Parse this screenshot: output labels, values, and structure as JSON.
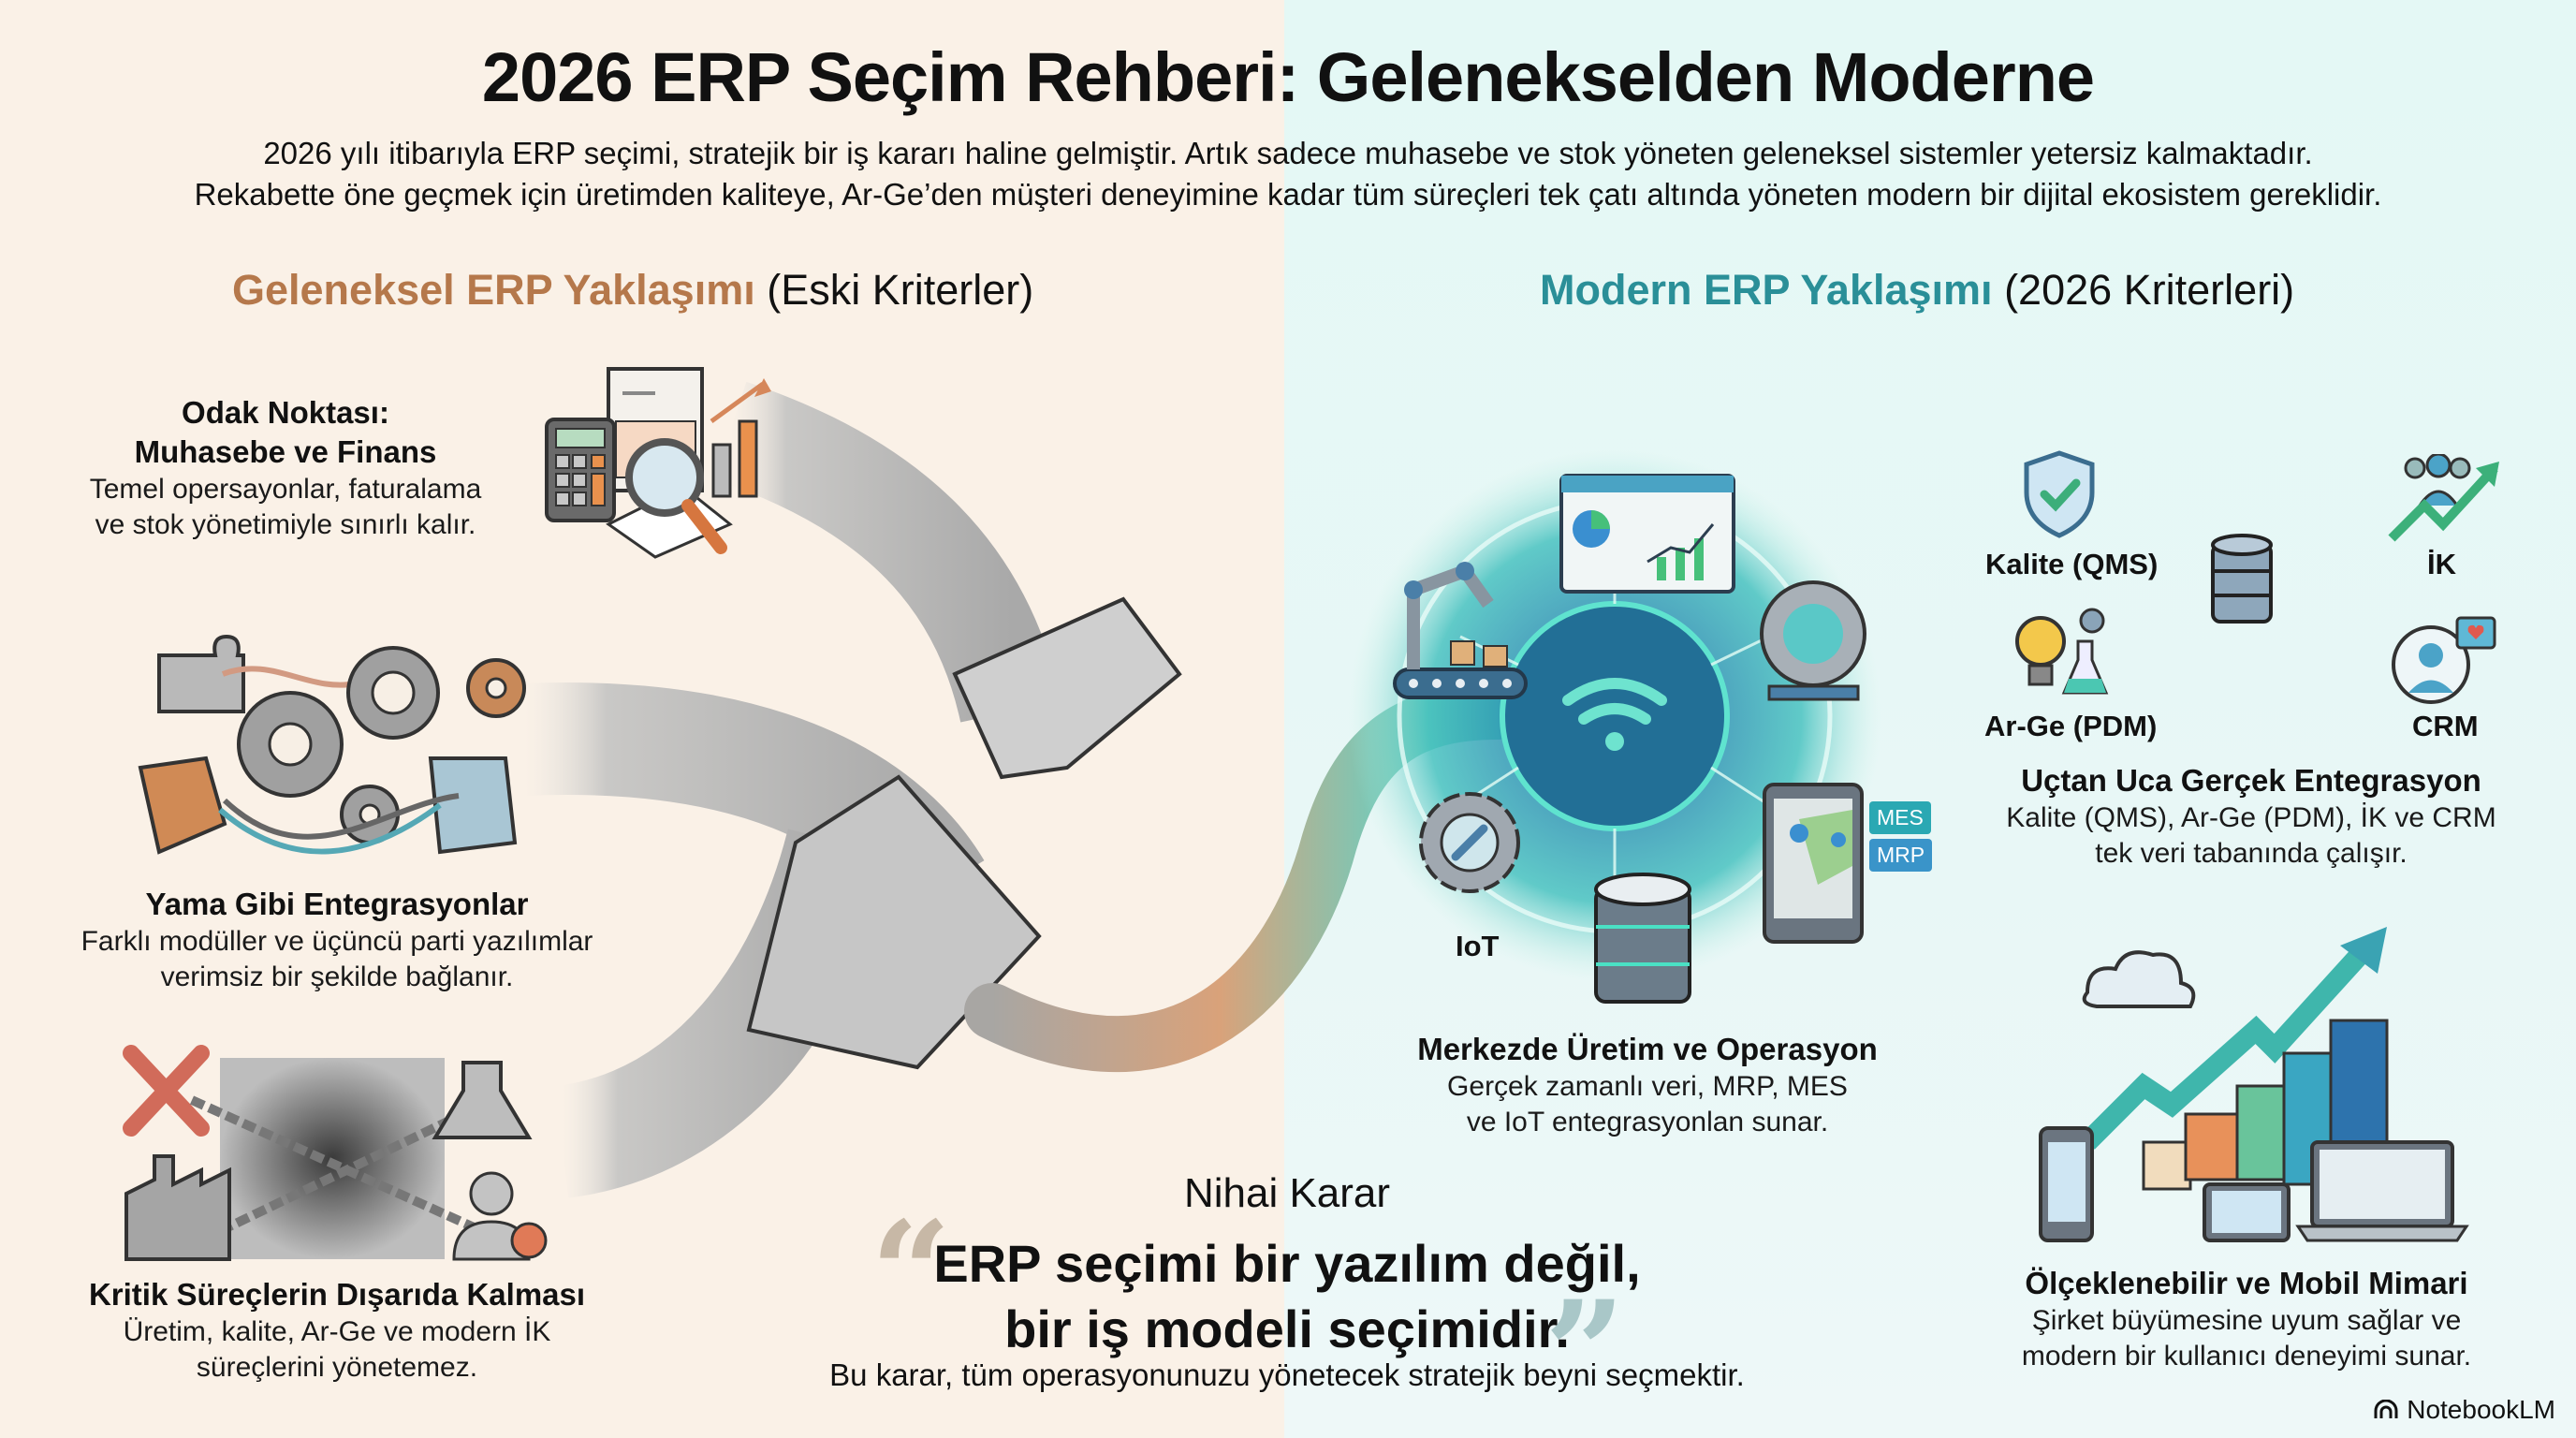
{
  "header": {
    "title": "2026 ERP Seçim Rehberi: Gelenekselden Moderne",
    "intro_lines": [
      "2026 yılı itibarıyla ERP seçimi, stratejik bir iş kararı haline gelmiştir. Artık sadece muhasebe ve stok yöneten geleneksel sistemler yetersiz kalmaktadır.",
      "Rekabette öne geçmek için üretimden kaliteye, Ar-Ge’den müşteri deneyimine kadar tüm süreçleri tek çatı altında yöneten modern bir dijital ekosistem gereklidir."
    ]
  },
  "colors": {
    "left_bg": "#faf1e7",
    "right_bg": "#e4f8f5",
    "traditional_accent": "#b5784b",
    "modern_accent": "#2a8f98"
  },
  "traditional": {
    "heading_accent": "Geleneksel ERP Yaklaşımı",
    "heading_rest": " (Eski Kriterler)",
    "items": [
      {
        "title_lines": [
          "Odak Noktası:",
          "Muhasebe ve Finans"
        ],
        "desc_lines": [
          "Temel opersayonlar, faturalama",
          "ve stok yönetimiyle sınırlı kalır."
        ],
        "icon": "calculator-spreadsheet-magnifier-icon"
      },
      {
        "title_lines": [
          "Yama Gibi Entegrasyonlar"
        ],
        "desc_lines": [
          "Farklı modüller ve üçüncü parti yazılımlar",
          "verimsiz bir şekilde bağlanır."
        ],
        "icon": "puzzle-gears-icon"
      },
      {
        "title_lines": [
          "Kritik Süreçlerin Dışarıda Kalması"
        ],
        "desc_lines": [
          "Üretim, kalite, Ar-Ge ve modern İK",
          "süreçlerini yönetemez."
        ],
        "icon": "chained-box-icon"
      }
    ]
  },
  "modern": {
    "heading_accent": "Modern ERP Yaklaşımı",
    "heading_rest": " (2026 Kriterleri)",
    "hub": {
      "labels": {
        "iot": "IoT",
        "mes": "MES",
        "mrp": "MRP"
      },
      "title": "Merkezde Üretim ve Operasyon",
      "desc_lines": [
        "Gerçek zamanlı veri, MRP, MES",
        "ve IoT entegrasyonlan sunar."
      ]
    },
    "integration": {
      "modules": [
        {
          "label": "Kalite (QMS)",
          "icon": "shield-check-icon"
        },
        {
          "label": "İK",
          "icon": "people-growth-icon"
        },
        {
          "label": "Ar-Ge (PDM)",
          "icon": "lightbulb-flask-icon"
        },
        {
          "label": "CRM",
          "icon": "customer-heart-icon"
        }
      ],
      "title": "Uçtan Uca Gerçek Entegrasyon",
      "desc_lines": [
        "Kalite (QMS), Ar-Ge (PDM), İK ve CRM",
        "tek veri tabanında çalışır."
      ]
    },
    "scalable": {
      "title": "Ölçeklenebilir ve Mobil Mimari",
      "desc_lines": [
        "Şirket büyümesine uyum sağlar ve",
        "modern bir kullanıcı deneyimi sunar."
      ]
    }
  },
  "verdict": {
    "heading": "Nihai Karar",
    "quote_lines": [
      "ERP seçimi bir yazılım değil,",
      "bir iş modeli seçimidir."
    ],
    "open_mark": "“",
    "close_mark": "”",
    "sub": "Bu karar, tüm operasyonunuzu yönetecek stratejik beyni seçmektir."
  },
  "brand": {
    "name": "NotebookLM"
  }
}
